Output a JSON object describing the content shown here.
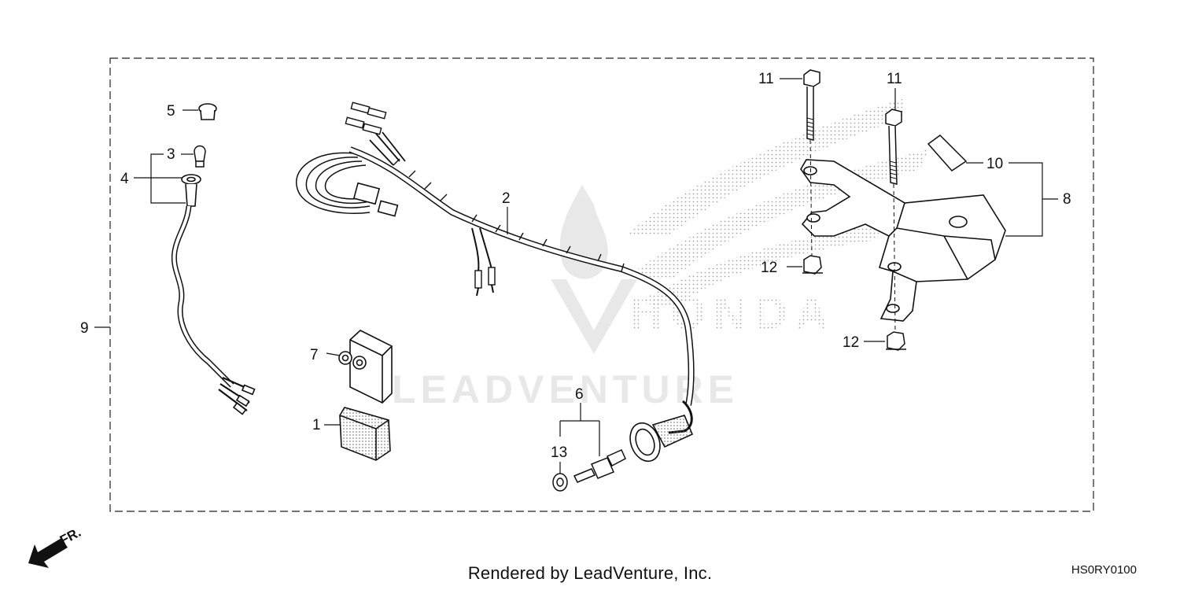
{
  "diagram": {
    "callouts": [
      "1",
      "2",
      "3",
      "4",
      "5",
      "6",
      "7",
      "8",
      "9",
      "10",
      "11",
      "11",
      "12",
      "12",
      "13"
    ],
    "direction_label": "FR.",
    "watermark_text": "LEADVENTURE",
    "brand_watermark_text": "HONDA"
  },
  "footer": {
    "credit": "Rendered by LeadVenture, Inc.",
    "diagram_code": "HS0RY0100"
  }
}
